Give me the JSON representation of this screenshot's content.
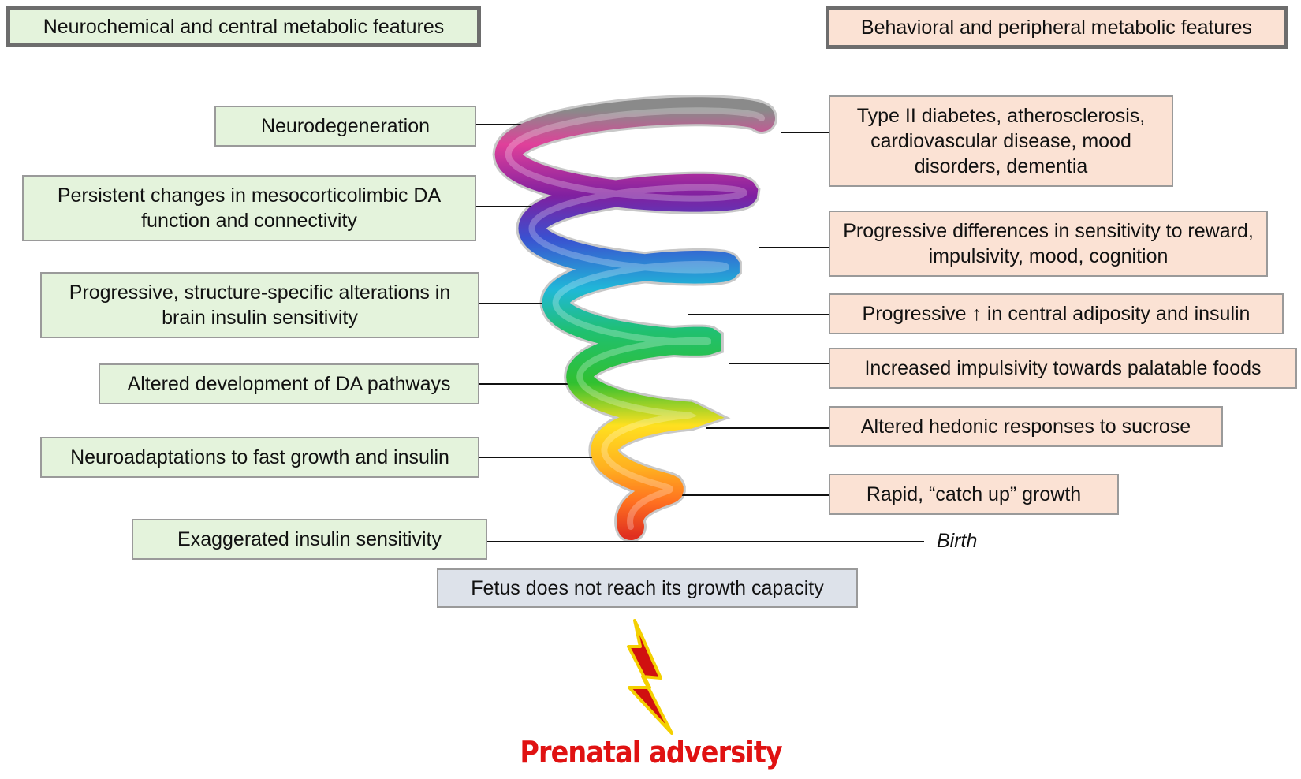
{
  "headers": {
    "left": "Neurochemical and central metabolic features",
    "right": "Behavioral and peripheral metabolic features"
  },
  "left_items": [
    "Neurodegeneration",
    "Persistent changes in mesocorticolimbic DA function and connectivity",
    "Progressive, structure-specific alterations in brain insulin sensitivity",
    "Altered development of DA pathways",
    "Neuroadaptations to fast growth and insulin",
    "Exaggerated insulin sensitivity"
  ],
  "right_items": [
    "Type II diabetes, atherosclerosis, cardiovascular disease, mood disorders, dementia",
    "Progressive differences in sensitivity to reward, impulsivity, mood, cognition",
    "Progressive ↑ in central adiposity and insulin",
    "Increased impulsivity towards palatable foods",
    "Altered hedonic responses to sucrose",
    "Rapid, “catch up” growth"
  ],
  "birth_label": "Birth",
  "fetus_label": "Fetus does not reach its growth capacity",
  "prenatal_label": "Prenatal adversity",
  "colors": {
    "left_box": "#e4f3dc",
    "right_box": "#fbe2d4",
    "fetus_box": "#dde2ea",
    "prenatal_text": "#e01212",
    "lightning": "#d01010",
    "spiral_gradient": [
      "#8a8a8a",
      "#e0409a",
      "#8020a0",
      "#3a50d0",
      "#20b8d8",
      "#20c070",
      "#30c030",
      "#ffe020",
      "#ff7020",
      "#e03020"
    ]
  },
  "icons": [
    "spiral-graphic",
    "lightning-bolt-icon"
  ]
}
